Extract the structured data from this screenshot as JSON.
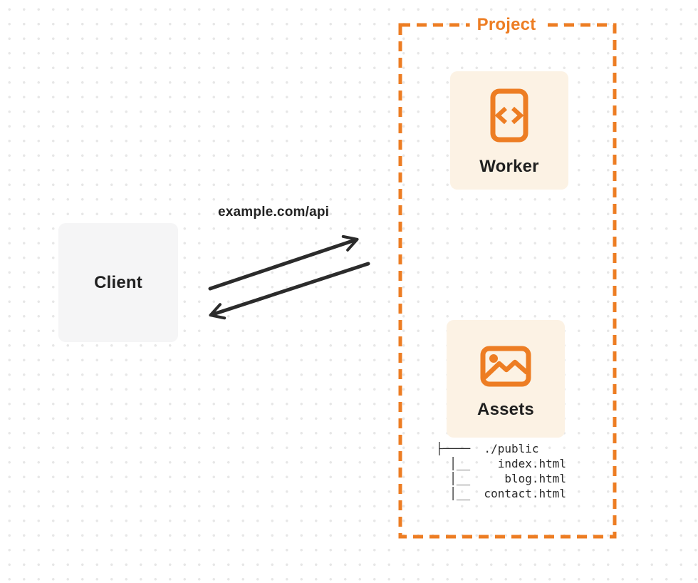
{
  "colors": {
    "accent_orange": "#ED7D23",
    "panel_cream": "#FCF2E4",
    "client_gray": "#F5F5F6",
    "arrow_dark": "#2B2B2B",
    "dot_grid": "#E7E7E7",
    "text_dark": "#1F1F1F"
  },
  "project": {
    "label": "Project"
  },
  "client": {
    "label": "Client"
  },
  "worker": {
    "label": "Worker",
    "icon": "code-file-icon"
  },
  "assets": {
    "label": "Assets",
    "icon": "image-icon"
  },
  "request": {
    "url_label": "example.com/api"
  },
  "file_tree": {
    "root": "./public",
    "files": [
      "index.html",
      "blog.html",
      "contact.html"
    ],
    "text": "├────  ./public\n  │__    index.html\n  │__     blog.html\n  │__  contact.html"
  }
}
